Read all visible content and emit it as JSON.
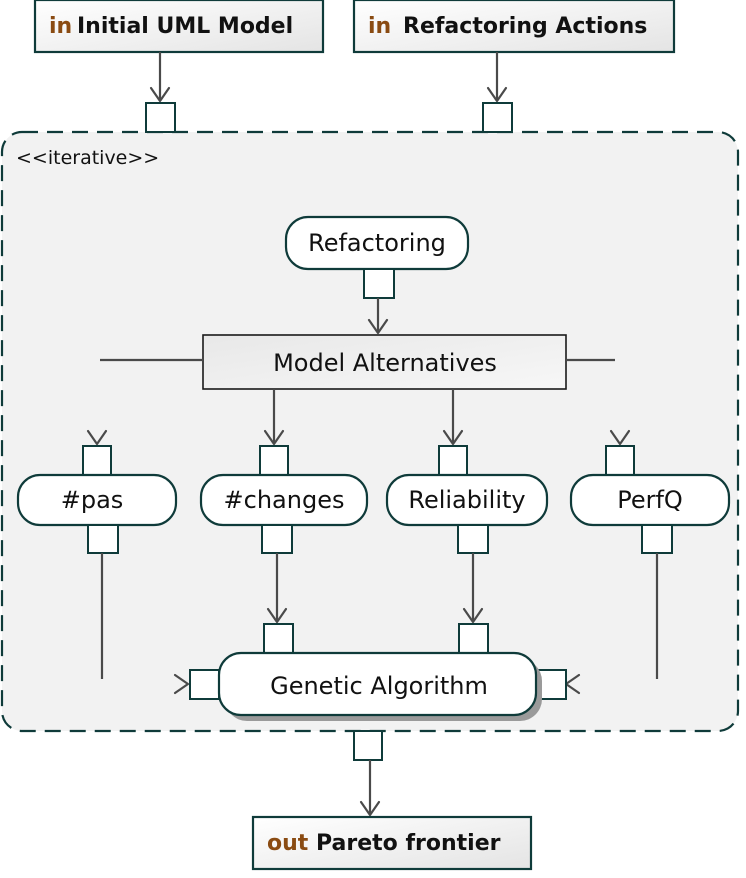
{
  "inputs": {
    "keyword": "in",
    "initial_model": "Initial UML Model",
    "refactoring_actions": "Refactoring Actions"
  },
  "region": {
    "stereotype": "<<iterative>>"
  },
  "actions": {
    "refactoring": "Refactoring",
    "pas": "#pas",
    "changes": "#changes",
    "reliability": "Reliability",
    "perfq": "PerfQ",
    "genetic_algorithm": "Genetic Algorithm"
  },
  "central_node": {
    "label": "Model Alternatives"
  },
  "output": {
    "keyword": "out",
    "label": "Pareto frontier"
  },
  "colors": {
    "keyword": "#8a4b12",
    "border": "#0f3b3a",
    "arrow": "#4a4a4a",
    "region_fill": "#f2f2f2"
  }
}
